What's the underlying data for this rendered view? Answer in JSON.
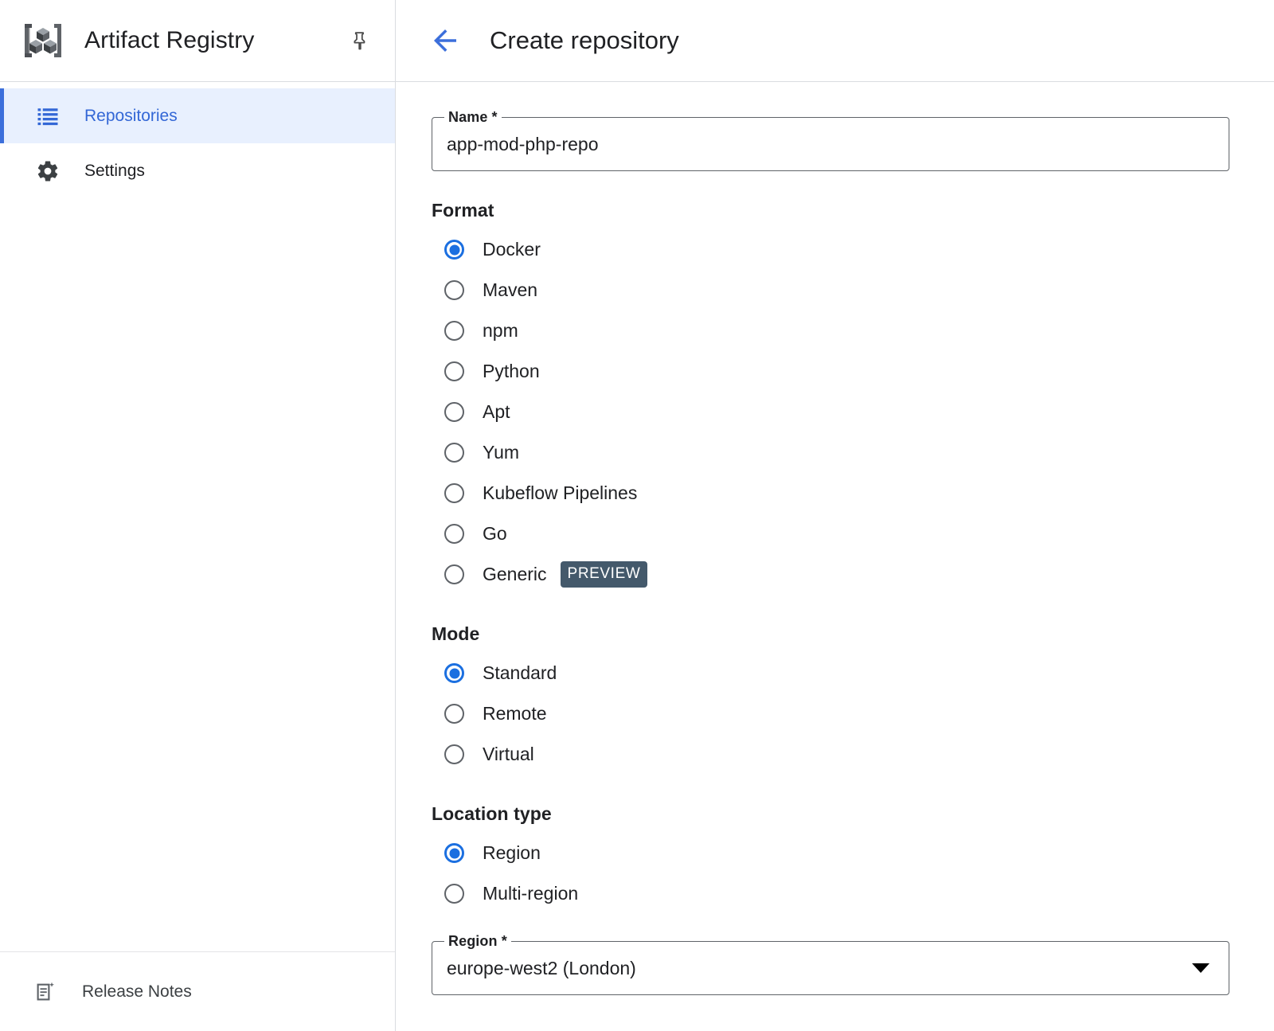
{
  "sidebar": {
    "logo_icon": "artifact-registry-logo-icon",
    "product_title": "Artifact Registry",
    "pin_icon": "pin-icon",
    "items": [
      {
        "label": "Repositories",
        "icon": "list-icon",
        "active": true
      },
      {
        "label": "Settings",
        "icon": "gear-icon",
        "active": false
      }
    ],
    "footer": {
      "label": "Release Notes",
      "icon": "release-notes-icon"
    }
  },
  "header": {
    "back_icon": "arrow-left-icon",
    "title": "Create repository"
  },
  "form": {
    "name_field": {
      "label": "Name *",
      "value": "app-mod-php-repo",
      "placeholder": ""
    },
    "format": {
      "heading": "Format",
      "options": [
        {
          "label": "Docker",
          "selected": true
        },
        {
          "label": "Maven",
          "selected": false
        },
        {
          "label": "npm",
          "selected": false
        },
        {
          "label": "Python",
          "selected": false
        },
        {
          "label": "Apt",
          "selected": false
        },
        {
          "label": "Yum",
          "selected": false
        },
        {
          "label": "Kubeflow Pipelines",
          "selected": false
        },
        {
          "label": "Go",
          "selected": false
        },
        {
          "label": "Generic",
          "selected": false,
          "badge": "PREVIEW"
        }
      ]
    },
    "mode": {
      "heading": "Mode",
      "options": [
        {
          "label": "Standard",
          "selected": true
        },
        {
          "label": "Remote",
          "selected": false
        },
        {
          "label": "Virtual",
          "selected": false
        }
      ]
    },
    "location_type": {
      "heading": "Location type",
      "options": [
        {
          "label": "Region",
          "selected": true
        },
        {
          "label": "Multi-region",
          "selected": false
        }
      ]
    },
    "region_field": {
      "label": "Region *",
      "value": "europe-west2 (London)",
      "dropdown_icon": "chevron-down-icon"
    }
  },
  "colors": {
    "accent_blue": "#1b6fe0",
    "nav_active_bg": "#e8f0fe",
    "nav_active_text": "#3367d6",
    "badge_bg": "#44596b",
    "border": "#dadce0",
    "text": "#202124"
  }
}
